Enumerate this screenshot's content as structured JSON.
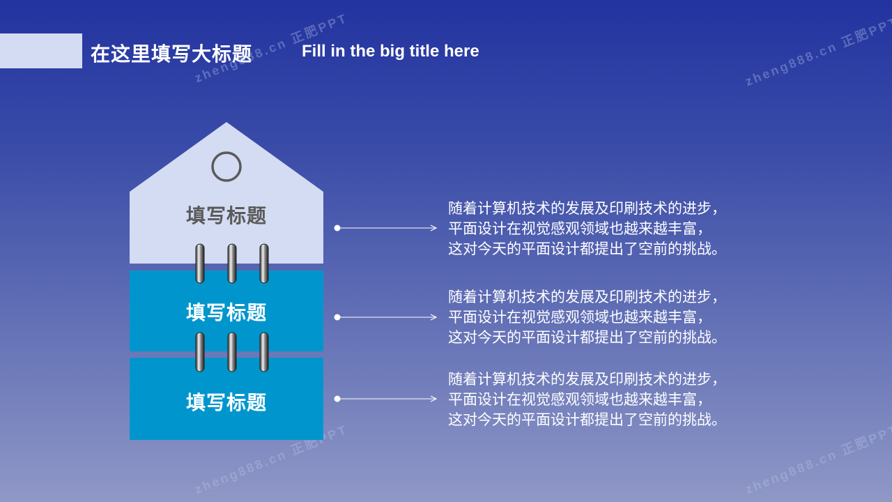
{
  "header": {
    "title_cn": "在这里填写大标题",
    "title_en": "Fill in the big title here"
  },
  "tags": [
    {
      "title": "填写标题",
      "description": [
        "随着计算机技术的发展及印刷技术的进步，",
        "平面设计在视觉感观领域也越来越丰富，",
        "这对今天的平面设计都提出了空前的挑战。"
      ]
    },
    {
      "title": "填写标题",
      "description": [
        "随着计算机技术的发展及印刷技术的进步，",
        "平面设计在视觉感观领域也越来越丰富，",
        "这对今天的平面设计都提出了空前的挑战。"
      ]
    },
    {
      "title": "填写标题",
      "description": [
        "随着计算机技术的发展及印刷技术的进步，",
        "平面设计在视觉感观领域也越来越丰富，",
        "这对今天的平面设计都提出了空前的挑战。"
      ]
    }
  ],
  "watermark": "zheng888.cn 正肥PPT",
  "colors": {
    "background_top": "#2233a0",
    "background_bottom": "#8f98c6",
    "tag_light": "#d3dcf2",
    "tag_blue": "#0096cd",
    "text_dark": "#5a5a5a",
    "text_light": "#ffffff"
  }
}
